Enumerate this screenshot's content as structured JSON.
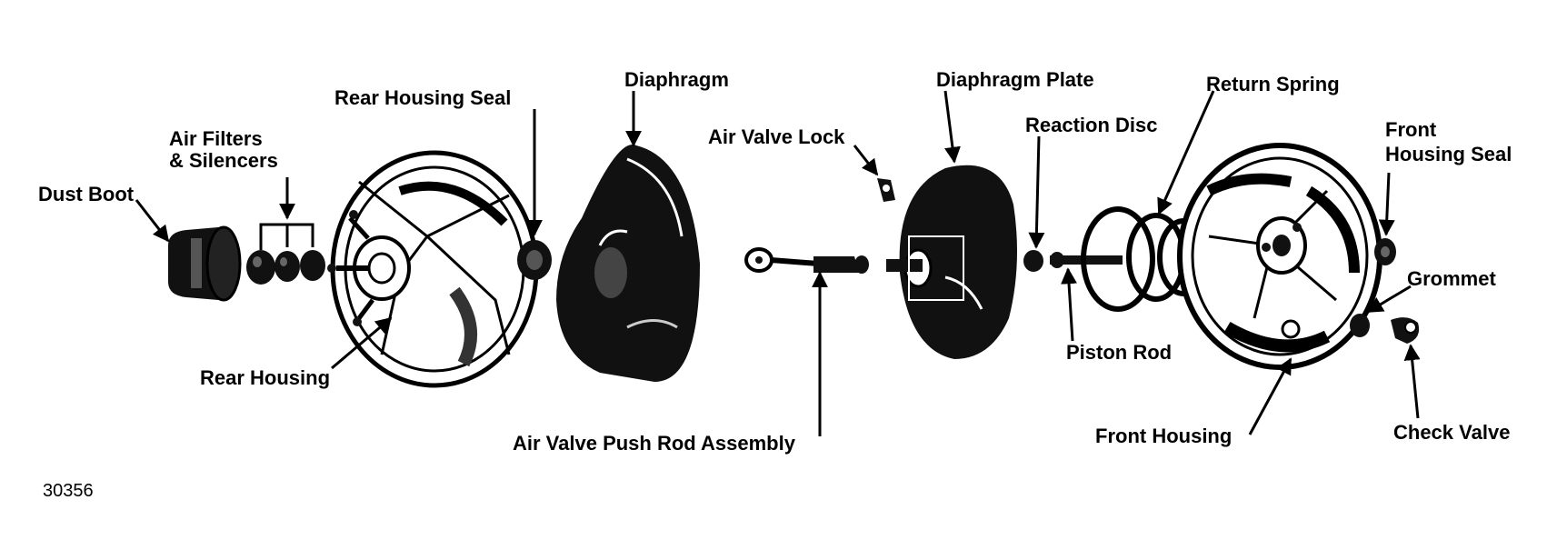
{
  "labels": {
    "dust_boot": "Dust Boot",
    "air_filters_line1": "Air Filters",
    "air_filters_line2": "& Silencers",
    "rear_housing_seal": "Rear Housing Seal",
    "rear_housing": "Rear Housing",
    "diaphragm": "Diaphragm",
    "air_valve_lock": "Air Valve Lock",
    "air_valve_push_rod": "Air Valve Push Rod Assembly",
    "diaphragm_plate": "Diaphragm Plate",
    "reaction_disc": "Reaction Disc",
    "return_spring": "Return Spring",
    "piston_rod": "Piston Rod",
    "front_housing": "Front Housing",
    "front_housing_seal_line1": "Front",
    "front_housing_seal_line2": "Housing Seal",
    "grommet": "Grommet",
    "check_valve": "Check Valve"
  },
  "figure_number": "30356"
}
